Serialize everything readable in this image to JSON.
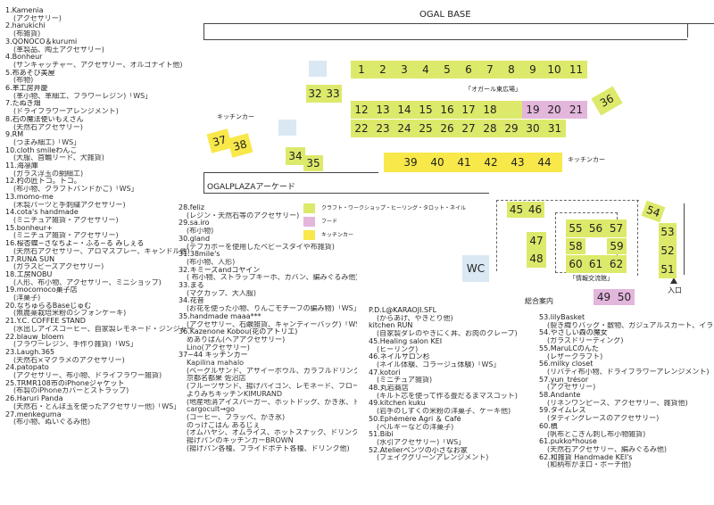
{
  "map": {
    "title": "OGAL BASE",
    "plaza": "OGALPLAZAアーケード",
    "plaza_label": "「オガール東広場」",
    "kitchen_car_left": "キッチンカー",
    "kitchen_car_right": "キッチンカー",
    "wc": "WC",
    "info": "総合案内",
    "info_square": "「情報交流館」",
    "entrance": "入口",
    "colors": {
      "craft": "#dde96a",
      "food": "#e3b6dc",
      "kitchen": "#f8e84a",
      "reserved": "#d9e8f3"
    }
  },
  "legend": {
    "craft": "クラフト・ワークショップ・ヒーリング・タロット・ネイル",
    "food": "フード",
    "kitchen": "キッチンカー"
  },
  "booths": {
    "b1": "1",
    "b2": "2",
    "b3": "3",
    "b4": "4",
    "b5": "5",
    "b6": "6",
    "b7": "7",
    "b8": "8",
    "b9": "9",
    "b10": "10",
    "b11": "11",
    "b12": "12",
    "b13": "13",
    "b14": "14",
    "b15": "15",
    "b16": "16",
    "b17": "17",
    "b18": "18",
    "b19": "19",
    "b20": "20",
    "b21": "21",
    "b22": "22",
    "b23": "23",
    "b24": "24",
    "b25": "25",
    "b26": "26",
    "b27": "27",
    "b28": "28",
    "b29": "29",
    "b30": "30",
    "b31": "31",
    "b32": "32",
    "b33": "33",
    "b34": "34",
    "b35": "35",
    "b36": "36",
    "b37": "37",
    "b38": "38",
    "b39": "39",
    "b40": "40",
    "b41": "41",
    "b42": "42",
    "b43": "43",
    "b44": "44",
    "b45": "45",
    "b46": "46",
    "b47": "47",
    "b48": "48",
    "b49": "49",
    "b50": "50",
    "b51": "51",
    "b52": "52",
    "b53": "53",
    "b54": "54",
    "b55": "55",
    "b56": "56",
    "b57": "57",
    "b58": "58",
    "b59": "59",
    "b60": "60",
    "b61": "61",
    "b62": "62"
  },
  "col1": [
    [
      "1.Kamenia",
      "(アクセサリー)"
    ],
    [
      "2.harukichi",
      "(布雑貨)"
    ],
    [
      "3.QONOCO＆kurumi",
      "(革製品、陶土アクセサリー)"
    ],
    [
      "4.Bonheur",
      "(サンキャッチャー、アクセサリー、オルゴナイト他)"
    ],
    [
      "5.布あそび美屋",
      "(布物)"
    ],
    [
      "6.革工房井慶",
      "(革小物、革細工、フラワーレジン)「WS」"
    ],
    [
      "7.たぬき畑",
      "(ドライフラワーアレンジメント)"
    ],
    [
      "8.石の魔法使いもえさん",
      "(天然石アクセサリー)"
    ],
    [
      "9.RM",
      "(つまみ細工)「WS」"
    ],
    [
      "10.cloth smileわんこ",
      "(大服、首輪リード、犬雑貨)"
    ],
    [
      "11.海凛庫",
      "(ガラス浮玉の網細工)"
    ],
    [
      "12.杓の匠トコ。トコ。",
      "(布小物、クラフトバンドかご)「WS」"
    ],
    [
      "13.momo-me",
      "(木製パーツと手刺繍アクセサリー)"
    ],
    [
      "14.cota's handmade",
      "(ミニチュア雑貨・アクセサリー)"
    ],
    [
      "15.bonheur+",
      "(ミニチュア雑貨・アクセサリー)"
    ],
    [
      "16.桜杏蝶~さなちよ~・ふる~る みしぇる",
      "(天然石アクセサリー、アロマスプレー、キャンドル他)「WS」"
    ],
    [
      "17.RUNA SUN",
      "(ガラスビーズアクセサリー)"
    ],
    [
      "18.工房NOBU",
      "(人形、布小物、アクセサリー、ミニショップ)"
    ],
    [
      "19.mocomoco菓子店",
      "(洋菓子)"
    ],
    [
      "20.なちゅらるBaseじゅむ",
      "(無農薬栽培米粉のシフォンケーキ)"
    ],
    [
      "21.Y.C. COFFEE STAND",
      "(水出しアイスコーヒー、自家製レモネード・ジンジャーエール、焼き菓子)"
    ],
    [
      "22.blauw_bloem",
      "(フラワーレジン、手作り雑貨)「WS」"
    ],
    [
      "23.Laugh.365",
      "(天然石×マクラメのアクセサリー)"
    ],
    [
      "24.patopato",
      "(アクセサリー、布小物、ドライフラワー雑貨)"
    ],
    [
      "25.TRMR108市のiPhoneジャケット",
      "(布製のiPhoneカバーとストラップ)"
    ],
    [
      "26.Haruri Panda",
      "(天然石・とんぼ玉を使ったアクセサリー他)「WS」"
    ],
    [
      "27.menkeguma",
      "(布小物、ぬいぐるみ他)"
    ]
  ],
  "col2": [
    [
      "28.feliz",
      "(レジン・天然石等のアクセサリー)"
    ],
    [
      "29.sa.iro",
      "(布小物)"
    ],
    [
      "30.gland",
      "(デブカボーを使用したベビースタイや布雑貨)"
    ],
    [
      "31.38mile's",
      "(布小物、人形)"
    ],
    [
      "32.キミーズandコヤイン",
      "( 布小物、ストラップキーホ、カバン、編みぐるみ他)「WS」"
    ],
    [
      "33.まる",
      "(マグカップ、大人服)"
    ],
    [
      "34.花音",
      "(お花を使った小物、りんごモチーフの編み物)「WS」"
    ],
    [
      "35.handmade maaa***",
      "(アクセサリー、石鹸雑貨、キャンディーバッグ)「WS」"
    ],
    [
      "36.Kazenone Kobou(花のアトリエ)",
      "めありぱん(ヘアアクセサリー)"
    ],
    [
      "",
      "Lino(アクセサリー)"
    ],
    [
      "37−44 キッチンカー",
      "Kapilina mahalo"
    ],
    [
      "",
      "(ベーグルサンド、アサイーボウル、カラフルドリンク他)"
    ],
    [
      "",
      "京都名都果 佐沼店"
    ],
    [
      "",
      "(フルーツサンド、揚げパイゴン、レモネード、フロート他)"
    ],
    [
      "",
      "よりみちキッチンKIMURAND"
    ],
    [
      "",
      "(地産地消アイスバーガー、ホットドッグ、かき氷、ドリンク他)"
    ],
    [
      "",
      "cargocult→go"
    ],
    [
      "",
      "(コーヒー、フラッペ、かき氷)"
    ],
    [
      "",
      "のっけごはん あるじぇ"
    ],
    [
      "",
      "(オムハヤシ、オムライス、ホットスナック、ドリンク他)"
    ],
    [
      "",
      "揚げパンのキッチンカーBROWN"
    ],
    [
      "",
      "(揚げパン各種、フライドポテト各種、ドリンク他)"
    ]
  ],
  "col3": [
    [
      "P.D.L@KARAOJI.SFL",
      "(からあげ、やきとり他)"
    ],
    [
      "kitchen RUN",
      "(自家製ダレのやきにく丼、お肉のクレープ)"
    ],
    [
      "45.Healing salon KEI",
      "(ヒーリング)"
    ],
    [
      "46.ネイルサロン杉",
      "(ネイル体験、コラージュ体験)「WS」"
    ],
    [
      "47.kotori",
      "(ミニチュア雑貨)"
    ],
    [
      "48.丸岩商店",
      "(キルト芯を使って作る畳だるまマスコット)"
    ],
    [
      "49.kitchen kuku",
      "(岩手のしずくの米粉の洋菓子、ケーキ他)"
    ],
    [
      "50.Ephémère Agri ＆ Café",
      "(ベルギーなどの洋菓子)"
    ],
    [
      "51.Bibi",
      "(水引アクセサリー)「WS」"
    ],
    [
      "52.Atelierベンツの小さなお家",
      "(フェイクグリーンアレンジメント)"
    ]
  ],
  "col4": [
    [
      "53.lilyBasket",
      "(裂き織りバッグ・敷物、ガジュアルスカート、イラスト他)"
    ],
    [
      "54.やさしい森の魔女",
      "(ガラスドリーディング)"
    ],
    [
      "55.MaruLCのんた",
      "(レザークラフト)"
    ],
    [
      "56.milky closet",
      "(リバティ布小物、ドライフラワーアレンジメント)"
    ],
    [
      "57.yun_trésor",
      "(アクセサリー)"
    ],
    [
      "58.Andante",
      "(リネンワンピース、アクセサリー、雑貨他)"
    ],
    [
      "59.タイムレス",
      "(タディングレースのアクセサリー)"
    ],
    [
      "60.槙",
      "(帆布とこぎん刺し布小物雑貨)"
    ],
    [
      "61.pukko*house",
      "(天然石アクセサリー、編みぐるみ他)"
    ],
    [
      "62.和雑貨 Handmade KEI's",
      "(和柄布がま口・ポーチ他)"
    ]
  ]
}
